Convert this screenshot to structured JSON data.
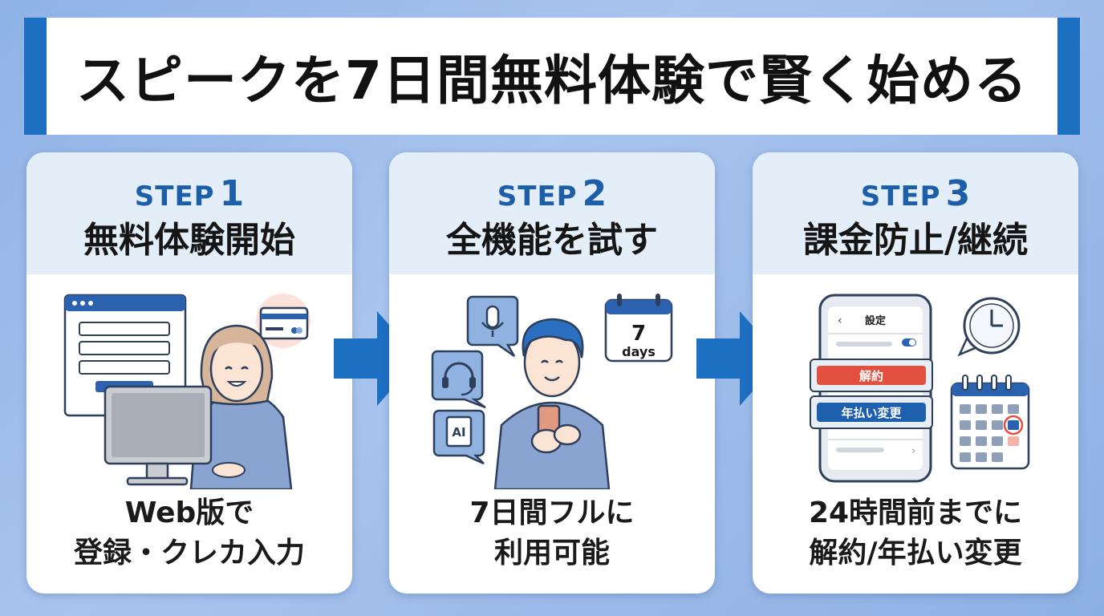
{
  "title": "スピークを7日間無料体験で賢く始める",
  "steps": [
    {
      "step_label": "STEP",
      "step_number": "1",
      "title": "無料体験開始",
      "desc_line1": "Web版で",
      "desc_line2": "登録・クレカ入力"
    },
    {
      "step_label": "STEP",
      "step_number": "2",
      "title": "全機能を試す",
      "desc_line1": "7日間フルに",
      "desc_line2": "利用可能",
      "calendar_number": "7",
      "calendar_unit": "days",
      "ai_label": "AI"
    },
    {
      "step_label": "STEP",
      "step_number": "3",
      "title": "課金防止/継続",
      "desc_line1": "24時間前までに",
      "desc_line2": "解約/年払い変更",
      "phone_header": "設定",
      "cancel_button": "解約",
      "annual_button": "年払い変更"
    }
  ],
  "colors": {
    "accent": "#1d6fc2",
    "step_text": "#1d5ea8",
    "cancel": "#e2503f",
    "annual": "#1e5fae"
  },
  "icons": [
    "browser-window-icon",
    "credit-card-icon",
    "desktop-monitor-icon",
    "microphone-icon",
    "headset-icon",
    "ai-book-icon",
    "calendar-icon",
    "smartphone-icon",
    "clock-icon",
    "arrow-right-icon"
  ]
}
